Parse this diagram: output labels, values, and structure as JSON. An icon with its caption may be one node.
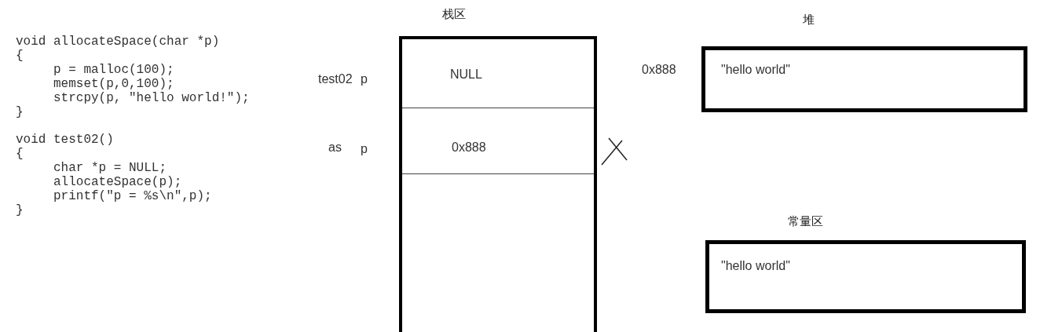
{
  "diagram": {
    "nodes": [
      {
        "text": [
          "栈区"
        ]
      },
      {
        "text": [
          "NULL"
        ],
        "in": 0,
        "beside": [
          "test02",
          "p"
        ]
      },
      {
        "text": [
          "0x888"
        ],
        "in": 0,
        "beside": [
          "as",
          "p"
        ]
      },
      {
        "text": [
          "堆",
          "\"hello world\""
        ],
        "beside": [
          "0x888"
        ]
      },
      {
        "text": [
          "常量区",
          "\"hello world\""
        ]
      }
    ],
    "labels": [
      "void allocateSpace(char *p)",
      "{",
      "p = malloc(100);",
      "memset(p,0,100);",
      "strcpy(p, \"hello world!\");",
      "}",
      "void test02()",
      "{",
      "char *p = NULL;",
      "allocateSpace(p);",
      "printf(\"p = %s\\n\",p);",
      "}"
    ]
  }
}
